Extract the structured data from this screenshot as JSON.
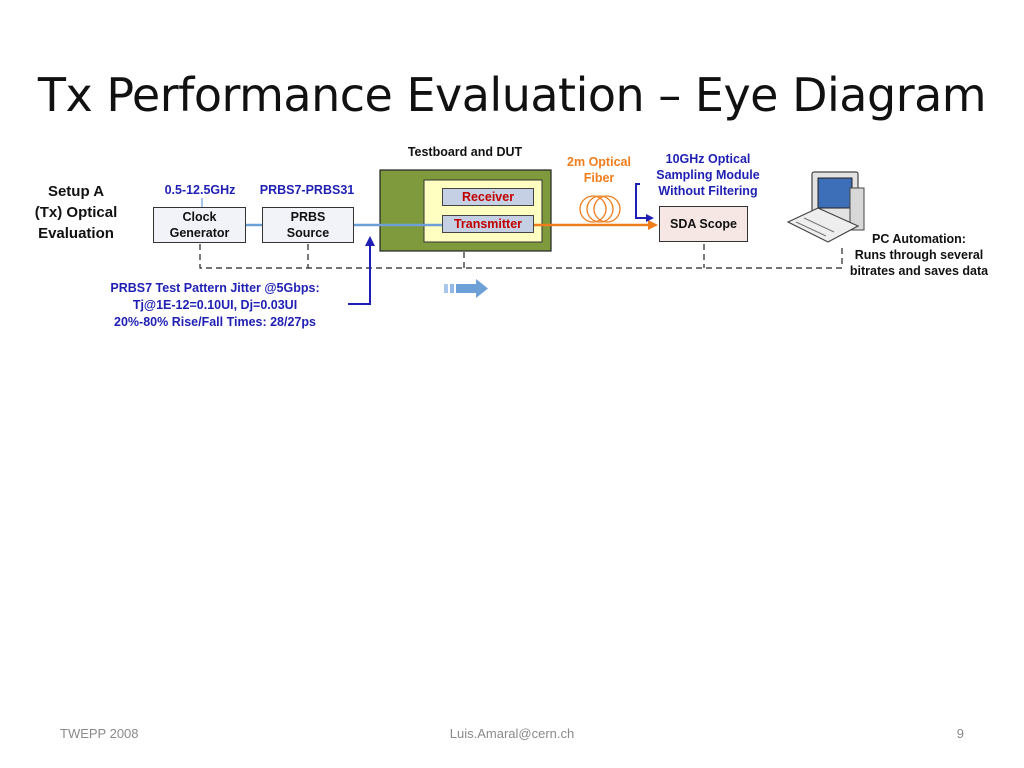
{
  "slide": {
    "title": "Tx Performance Evaluation – Eye Diagram"
  },
  "diagram": {
    "setup_label": [
      "Setup A",
      "(Tx) Optical",
      "Evaluation"
    ],
    "freq_label": "0.5-12.5GHz",
    "prbs_range_label": "PRBS7-PRBS31",
    "clock_generator": [
      "Clock",
      "Generator"
    ],
    "prbs_source": [
      "PRBS",
      "Source"
    ],
    "testboard_label": "Testboard and DUT",
    "receiver_label": "Receiver",
    "transmitter_label": "Transmitter",
    "fiber_label": [
      "2m Optical",
      "Fiber"
    ],
    "sampling_module_label": [
      "10GHz Optical",
      "Sampling Module",
      "Without Filtering"
    ],
    "sda_scope_label": "SDA Scope",
    "pc_automation_label": [
      "PC Automation:",
      "Runs through several",
      "bitrates and saves data"
    ],
    "jitter_note": [
      "PRBS7 Test Pattern Jitter @5Gbps:",
      "Tj@1E-12=0.10UI, Dj=0.03UI",
      "20%-80% Rise/Fall Times: 28/27ps"
    ]
  },
  "colors": {
    "label_blue": "#1f1fb4",
    "fiber_orange": "#f07d1c",
    "board_green": "#7f9a3c",
    "dut_yellow": "#ffffc2",
    "receiver_red": "#c00000",
    "signal_blue": "#6ea0d8"
  },
  "footer": {
    "left": "TWEPP 2008",
    "center": "Luis.Amaral@cern.ch",
    "page_number": "9"
  }
}
